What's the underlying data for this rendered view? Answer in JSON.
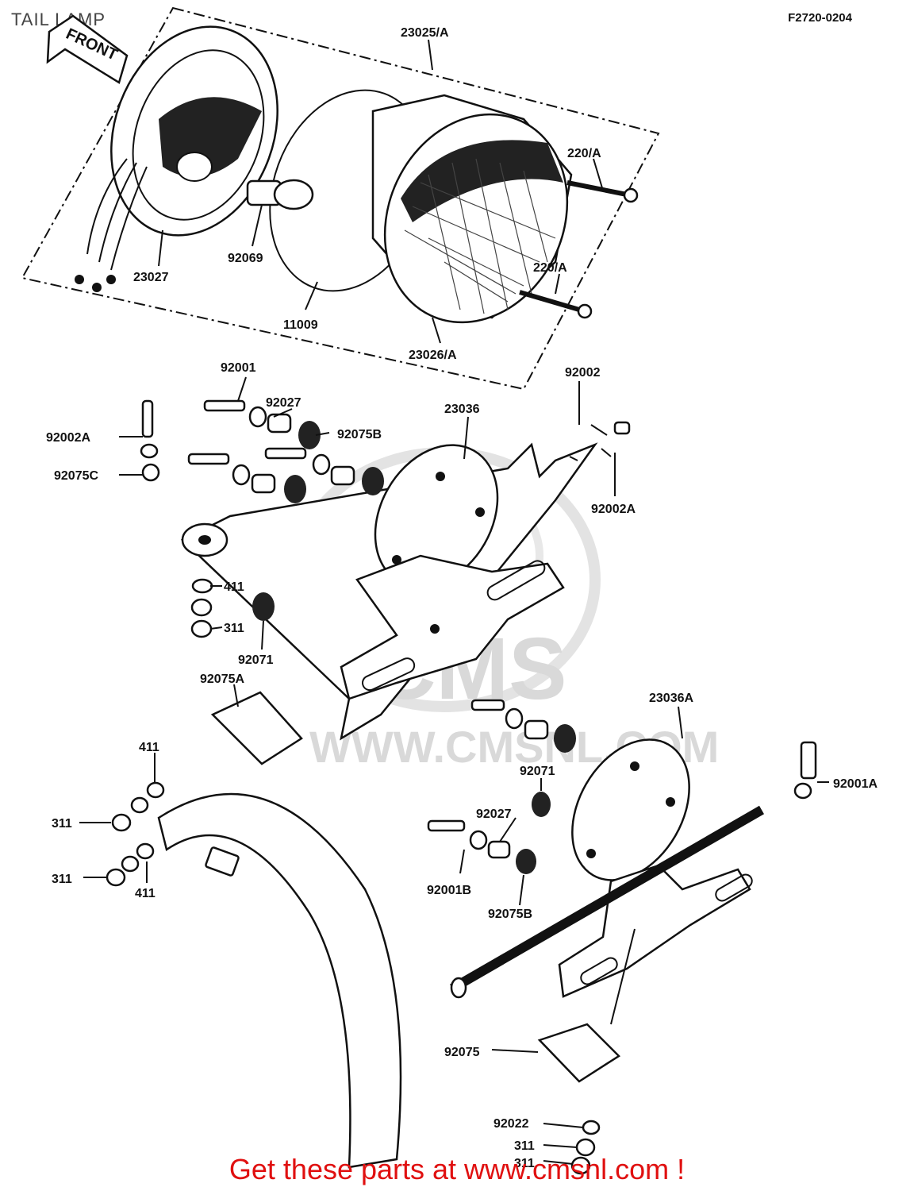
{
  "header": {
    "title": "TAIL LAMP",
    "figure_code": "F2720-0204"
  },
  "front_tag": "FRONT",
  "watermark": {
    "brand": "CMS",
    "url": "WWW.CMSNL.COM"
  },
  "footer": {
    "text": "Get these parts at www.cmsnl.com !"
  },
  "callouts": {
    "p23025A": "23025/A",
    "p220A_top": "220/A",
    "p220A_bottom": "220/A",
    "p23027": "23027",
    "p92069": "92069",
    "p11009": "11009",
    "p23026A": "23026/A",
    "p92001": "92001",
    "p92027_top": "92027",
    "p92075B_top": "92075B",
    "p23036": "23036",
    "p92002": "92002",
    "p92002A_left": "92002A",
    "p92075C": "92075C",
    "p92002A_right": "92002A",
    "p411_top": "411",
    "p311_top": "311",
    "p92071_top": "92071",
    "p92075A": "92075A",
    "p23036A": "23036A",
    "p411_mid": "411",
    "p311_a": "311",
    "p92071_bottom": "92071",
    "p92001A": "92001A",
    "p92027_bottom": "92027",
    "p311_b": "311",
    "p411_bottom": "411",
    "p92001B": "92001B",
    "p92075B_bottom": "92075B",
    "p92075": "92075",
    "p92022": "92022",
    "p311_c": "311",
    "p311_d": "311"
  }
}
